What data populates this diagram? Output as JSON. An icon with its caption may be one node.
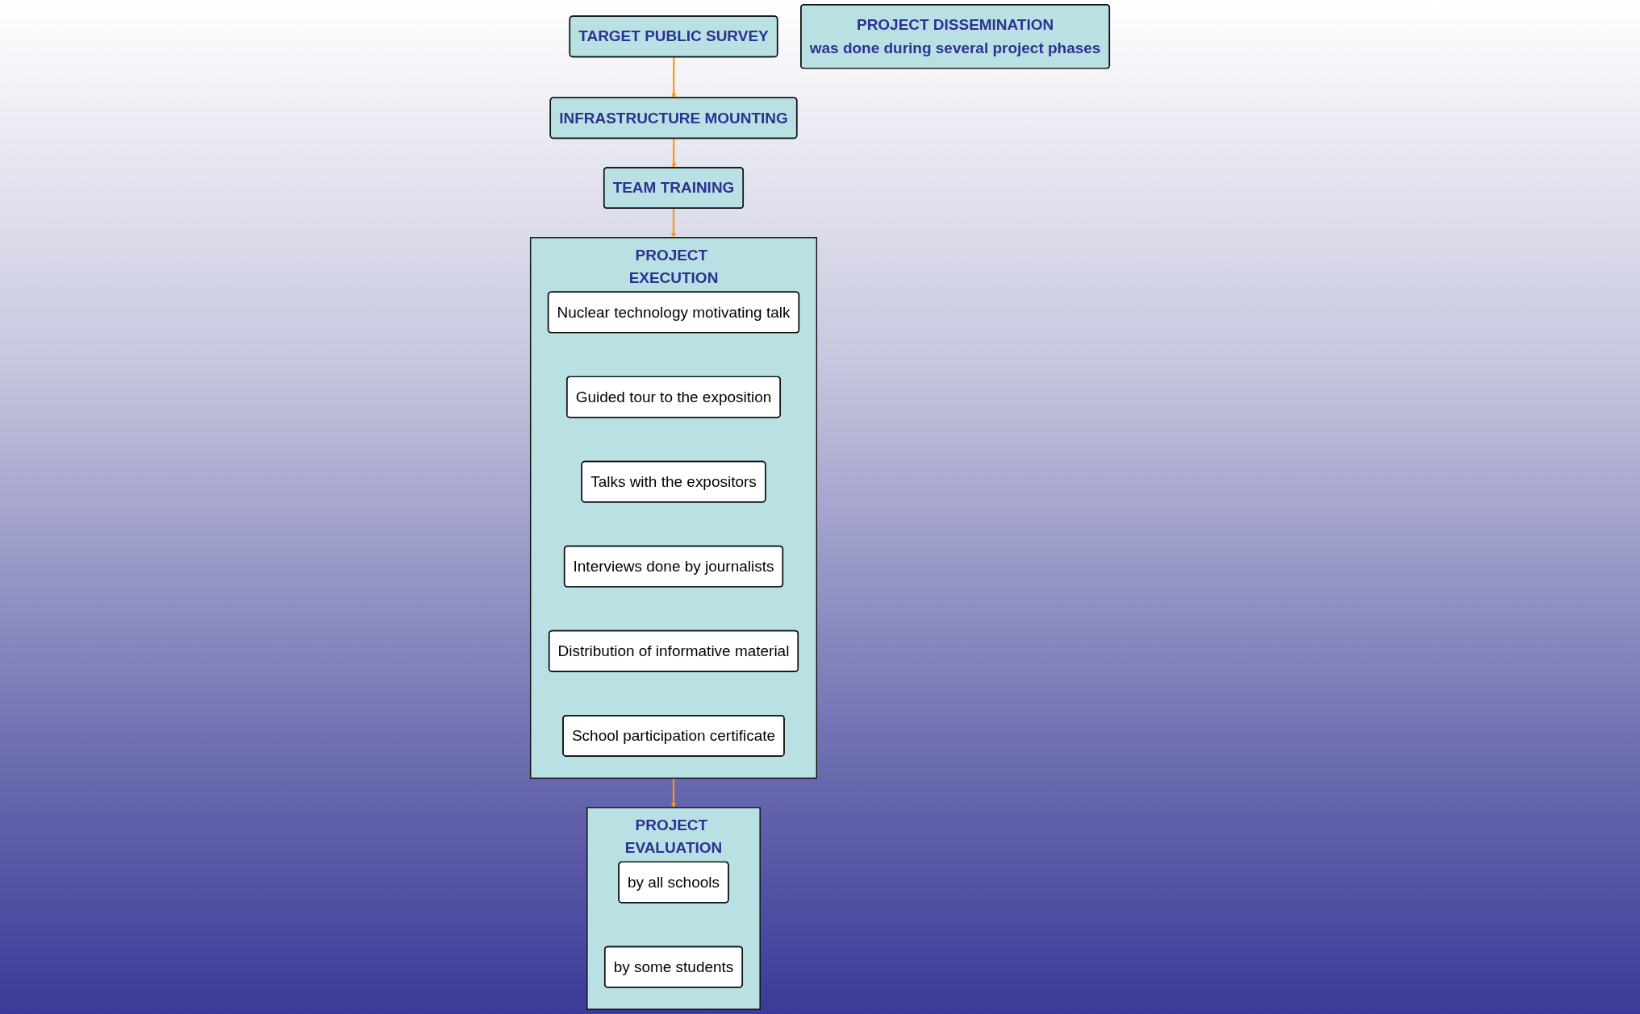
{
  "diagram": {
    "nodes": [
      {
        "text": [
          "TEAM TRAINING"
        ]
      },
      {
        "text": [
          "INFRASTRUCTURE MOUNTING"
        ]
      },
      {
        "text": [
          "TARGET PUBLIC SURVEY"
        ]
      },
      {
        "text": [
          "PROJECT EXECUTION"
        ]
      },
      {
        "text": [
          "Nuclear technology motivating talk"
        ],
        "in": 3
      },
      {
        "text": [
          "Guided tour to the exposition"
        ],
        "in": 3
      },
      {
        "text": [
          "Talks with the expositors"
        ],
        "in": 3
      },
      {
        "text": [
          "Interviews done by journalists"
        ],
        "in": 3
      },
      {
        "text": [
          "Distribution of informative material"
        ],
        "in": 3
      },
      {
        "text": [
          "School participation certificate"
        ],
        "in": 3
      },
      {
        "text": [
          "PROJECT EVALUATION"
        ]
      },
      {
        "text": [
          "by all schools"
        ],
        "in": 10
      },
      {
        "text": [
          "by some students"
        ],
        "in": 10
      },
      {
        "text": [
          "PROJECT DISSEMINATION",
          "was done during several project phases"
        ]
      }
    ],
    "edges": [
      {
        "from": 2,
        "to": 1,
        "arrow": "to"
      },
      {
        "from": 1,
        "to": 0,
        "arrow": "to"
      },
      {
        "from": 0,
        "to": 3,
        "arrow": "to"
      },
      {
        "from": 3,
        "to": 10,
        "arrow": "to"
      }
    ]
  }
}
